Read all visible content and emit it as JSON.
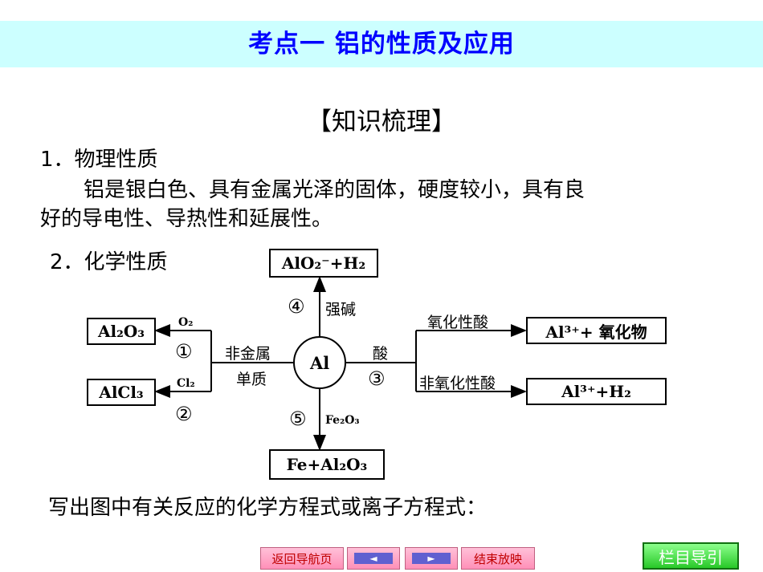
{
  "header": {
    "title": "考点一  铝的性质及应用"
  },
  "section": {
    "subtitle": "【知识梳理】"
  },
  "physical": {
    "heading": "1．物理性质",
    "line1": "铝是银白色、具有金属光泽的固体，硬度较小，具有良",
    "line2": "好的导电性、导热性和延展性。"
  },
  "chemical": {
    "heading": "2．化学性质"
  },
  "diagram": {
    "center": "Al",
    "top_box": "AlO₂⁻+H₂",
    "top_num": "④",
    "top_label": "强碱",
    "left_top_box": "Al₂O₃",
    "left_top_reagent": "O₂",
    "left_top_num": "①",
    "left_bottom_box": "AlCl₃",
    "left_bottom_reagent": "Cl₂",
    "left_bottom_num": "②",
    "left_label1": "非金属",
    "left_label2": "单质",
    "right_label": "酸",
    "right_num": "③",
    "right_top_label": "氧化性酸",
    "right_top_box": "Al³⁺+ 氧化物",
    "right_bottom_label": "非氧化性酸",
    "right_bottom_box": "Al³⁺+H₂",
    "bottom_num": "⑤",
    "bottom_reagent": "Fe₂O₃",
    "bottom_box": "Fe+Al₂O₃"
  },
  "prompt": {
    "text": "写出图中有关反应的化学方程式或离子方程式："
  },
  "footer": {
    "back_label": "返回导航页",
    "prev_label": "◄",
    "next_label": "►",
    "end_label": "结束放映",
    "guide_label": "栏目导引"
  }
}
